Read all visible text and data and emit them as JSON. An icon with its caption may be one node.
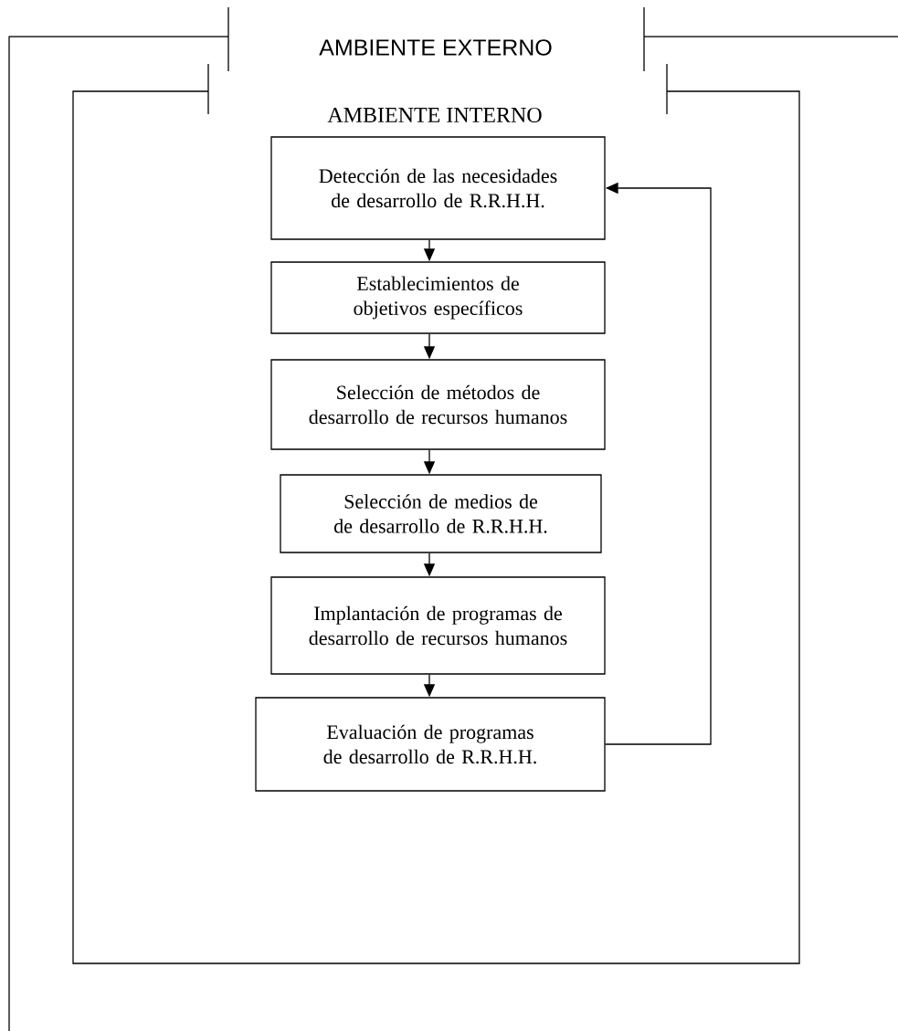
{
  "diagram": {
    "nodes": [
      {
        "text": [
          "AMBIENTE EXTERNO"
        ]
      },
      {
        "text": [
          "AMBIENTE INTERNO"
        ],
        "in": 0
      },
      {
        "text": [
          "Detección de las necesidades de desarrollo de R.R.H.H."
        ],
        "in": 1
      },
      {
        "text": [
          "Establecimientos de objetivos específicos"
        ],
        "in": 1
      },
      {
        "text": [
          "Selección de métodos de desarrollo de recursos humanos"
        ],
        "in": 1
      },
      {
        "text": [
          "Selección de medios de de desarrollo de R.R.H.H."
        ],
        "in": 1
      },
      {
        "text": [
          "Implantación de programas de desarrollo de recursos humanos"
        ],
        "in": 1
      },
      {
        "text": [
          "Evaluación de programas de desarrollo de R.R.H.H."
        ],
        "in": 1
      }
    ],
    "edges": [
      {
        "from": 2,
        "to": 3,
        "arrow": "to"
      },
      {
        "from": 3,
        "to": 4,
        "arrow": "to"
      },
      {
        "from": 4,
        "to": 5,
        "arrow": "to"
      },
      {
        "from": 5,
        "to": 6,
        "arrow": "to"
      },
      {
        "from": 6,
        "to": 7,
        "arrow": "to"
      },
      {
        "from": 7,
        "to": 2,
        "arrow": "to"
      }
    ]
  }
}
